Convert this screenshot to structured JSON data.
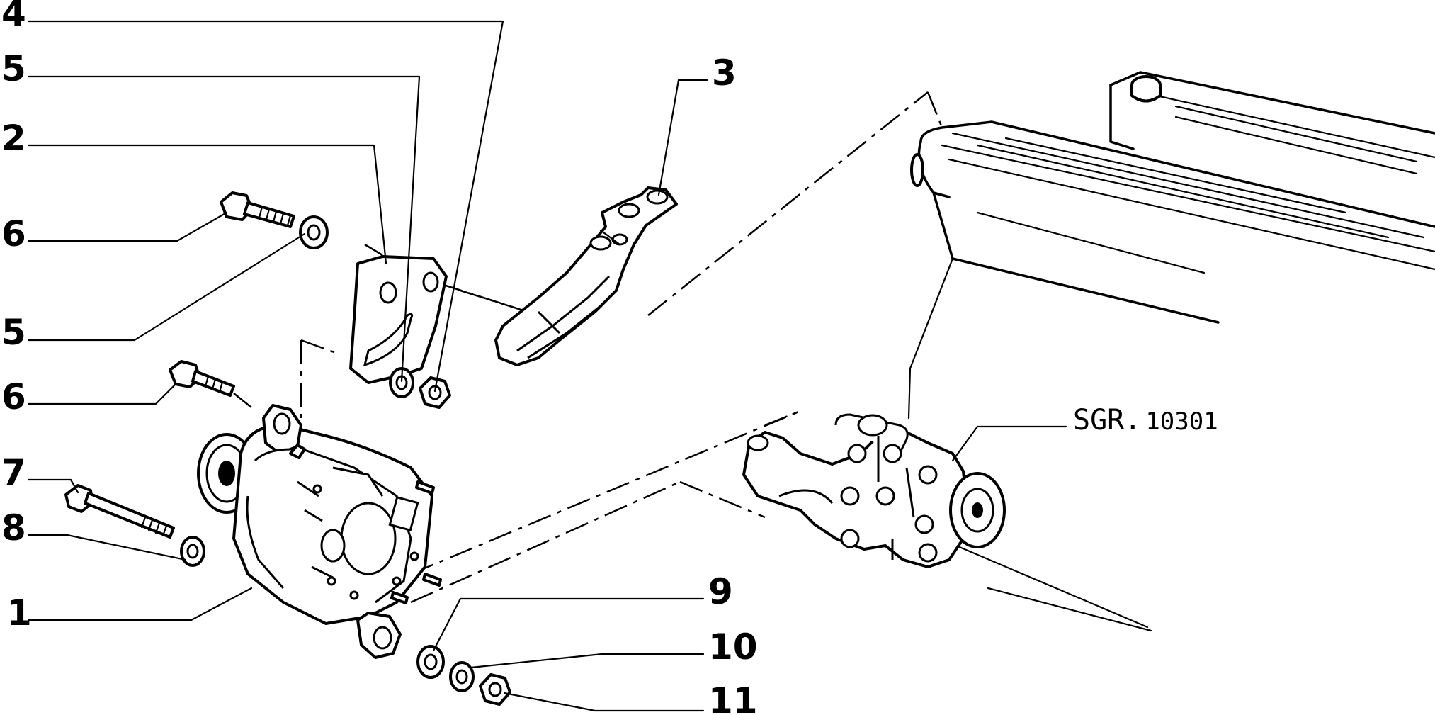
{
  "figure": {
    "callouts": [
      {
        "id": "c4",
        "label": "4"
      },
      {
        "id": "c5a",
        "label": "5"
      },
      {
        "id": "c2",
        "label": "2"
      },
      {
        "id": "c6a",
        "label": "6"
      },
      {
        "id": "c5b",
        "label": "5"
      },
      {
        "id": "c6b",
        "label": "6"
      },
      {
        "id": "c7",
        "label": "7"
      },
      {
        "id": "c8",
        "label": "8"
      },
      {
        "id": "c1",
        "label": "1"
      },
      {
        "id": "c3",
        "label": "3"
      },
      {
        "id": "c9",
        "label": "9"
      },
      {
        "id": "c10",
        "label": "10"
      },
      {
        "id": "c11",
        "label": "11"
      }
    ],
    "reference_code": {
      "prefix": "SGR.",
      "number": "10301"
    }
  }
}
